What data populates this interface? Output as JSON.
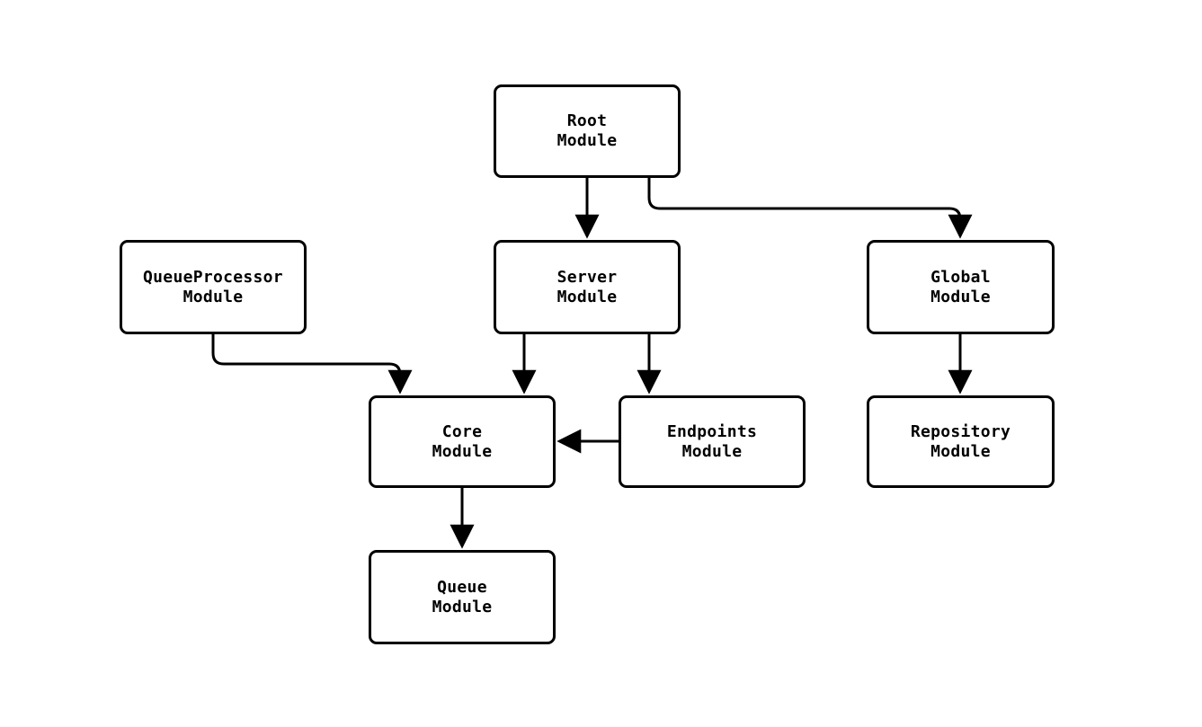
{
  "diagram": {
    "type": "flowchart",
    "direction": "top-down",
    "background_color": "#ffffff",
    "node_fill_color": "#ffffff",
    "node_border_color": "#000000",
    "text_color": "#000000",
    "edge_color": "#000000",
    "nodes": [
      {
        "id": "root",
        "line1": "Root",
        "line2": "Module"
      },
      {
        "id": "queueprocessor",
        "line1": "QueueProcessor",
        "line2": "Module"
      },
      {
        "id": "server",
        "line1": "Server",
        "line2": "Module"
      },
      {
        "id": "global",
        "line1": "Global",
        "line2": "Module"
      },
      {
        "id": "core",
        "line1": "Core",
        "line2": "Module"
      },
      {
        "id": "endpoints",
        "line1": "Endpoints",
        "line2": "Module"
      },
      {
        "id": "repository",
        "line1": "Repository",
        "line2": "Module"
      },
      {
        "id": "queue",
        "line1": "Queue",
        "line2": "Module"
      }
    ],
    "edges": [
      {
        "from": "Root Module",
        "to": "Server Module"
      },
      {
        "from": "Root Module",
        "to": "Global Module"
      },
      {
        "from": "QueueProcessor Module",
        "to": "Core Module"
      },
      {
        "from": "Server Module",
        "to": "Core Module"
      },
      {
        "from": "Server Module",
        "to": "Endpoints Module"
      },
      {
        "from": "Global Module",
        "to": "Repository Module"
      },
      {
        "from": "Endpoints Module",
        "to": "Core Module"
      },
      {
        "from": "Core Module",
        "to": "Queue Module"
      }
    ]
  }
}
